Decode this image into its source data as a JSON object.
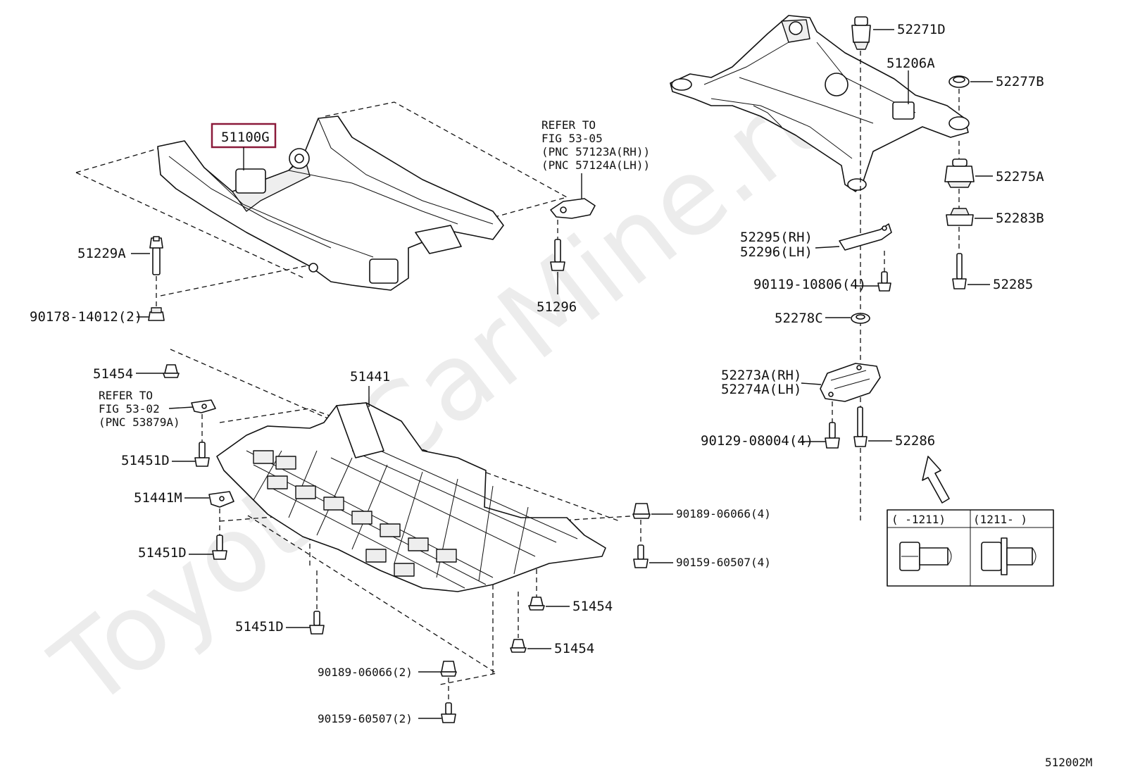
{
  "watermark": "Toyota-CarMine.ru",
  "diagram_id": "512002M",
  "highlight_color": "#8b1a3a",
  "labels": {
    "p51100G": "51100G",
    "p51229A": "51229A",
    "p90178": "90178-14012(2)",
    "refer1_line1": "REFER TO",
    "refer1_line2": "FIG 53-05",
    "refer1_line3": "(PNC 57123A(RH))",
    "refer1_line4": "(PNC 57124A(LH))",
    "p51296": "51296",
    "p52271D": "52271D",
    "p51206A": "51206A",
    "p52277B": "52277B",
    "p52275A": "52275A",
    "p52283B": "52283B",
    "p52295": "52295(RH)",
    "p52296": "52296(LH)",
    "p90119": "90119-10806(4)",
    "p52285": "52285",
    "p52278C": "52278C",
    "p52273A": "52273A(RH)",
    "p52274A": "52274A(LH)",
    "p90129": "90129-08004(4)",
    "p52286": "52286",
    "p51454_a": "51454",
    "refer2_line1": "REFER TO",
    "refer2_line2": "FIG 53-02",
    "refer2_line3": "(PNC 53879A)",
    "p51441": "51441",
    "p51451D_a": "51451D",
    "p51441M": "51441M",
    "p51451D_b": "51451D",
    "p90189_4": "90189-06066(4)",
    "p90159_4": "90159-60507(4)",
    "p51454_b": "51454",
    "p51451D_c": "51451D",
    "p51454_c": "51454",
    "p90189_2": "90189-06066(2)",
    "p90159_2": "90159-60507(2)"
  },
  "inset": {
    "col1": "(     -1211)",
    "col2": "(1211-      )"
  }
}
